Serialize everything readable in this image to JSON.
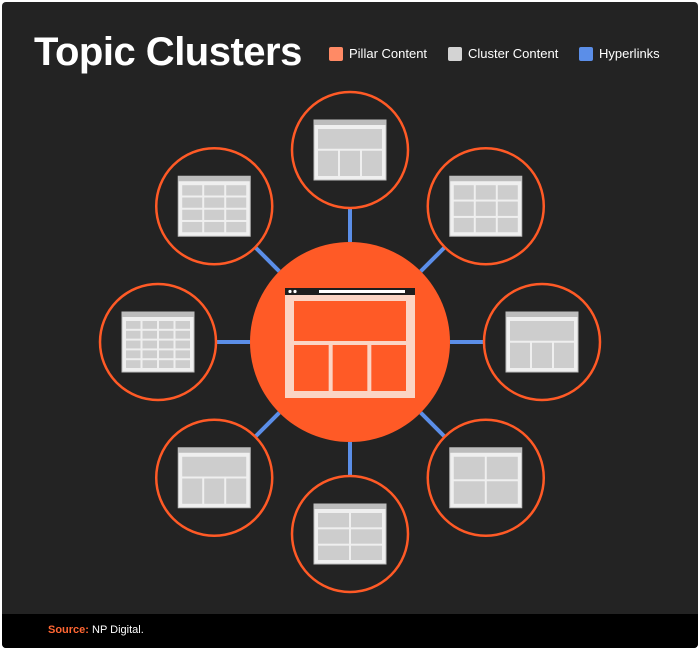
{
  "title": "Topic Clusters",
  "legend": [
    {
      "label": "Pillar Content",
      "color": "#ff8a65"
    },
    {
      "label": "Cluster Content",
      "color": "#d3d3d3"
    },
    {
      "label": "Hyperlinks",
      "color": "#5b8ee8"
    }
  ],
  "colors": {
    "background": "#232323",
    "pillar": "#ff5a26",
    "ring": "#ff5a26",
    "cluster_page": "#d6d6d6",
    "hyperlink": "#5b8ee8"
  },
  "diagram": {
    "center_node": {
      "name": "pillar-content",
      "icon": "pillar-page-icon"
    },
    "cluster_nodes": [
      {
        "name": "cluster-top",
        "layout": "two-row"
      },
      {
        "name": "cluster-top-right",
        "layout": "grid-3x3"
      },
      {
        "name": "cluster-right",
        "layout": "two-row"
      },
      {
        "name": "cluster-bottom-right",
        "layout": "grid-2x2"
      },
      {
        "name": "cluster-bottom",
        "layout": "grid-2x3"
      },
      {
        "name": "cluster-bottom-left",
        "layout": "two-row"
      },
      {
        "name": "cluster-left",
        "layout": "grid-4x5"
      },
      {
        "name": "cluster-top-left",
        "layout": "grid-3x4"
      }
    ]
  },
  "source": {
    "label": "Source:",
    "text": " NP Digital."
  }
}
